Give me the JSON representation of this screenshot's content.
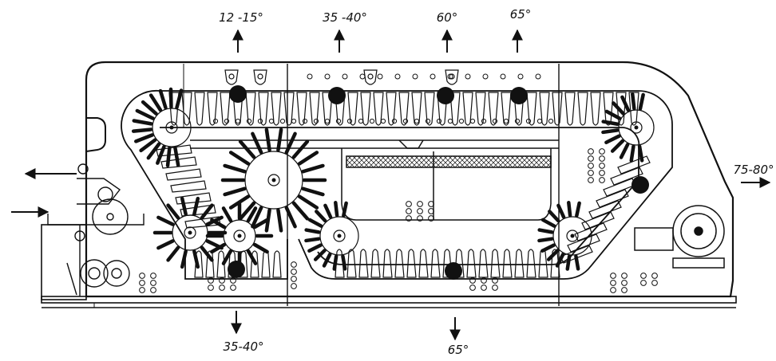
{
  "labels": {
    "top_1": "12 -15°",
    "top_2": "35 -40°",
    "top_3": "60°",
    "top_4": "65°",
    "right": "75-80°",
    "bottom_1": "35-40°",
    "bottom_2": "65°"
  }
}
